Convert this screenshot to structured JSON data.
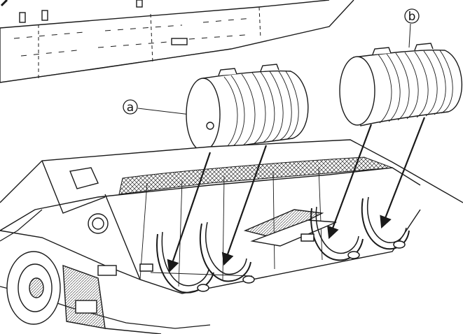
{
  "figure": {
    "callouts": [
      {
        "id": "a",
        "label": "a"
      },
      {
        "id": "b",
        "label": "b"
      }
    ],
    "colors": {
      "ink": "#1a1a1a",
      "paper": "#ffffff",
      "hatch": "#555555"
    }
  }
}
